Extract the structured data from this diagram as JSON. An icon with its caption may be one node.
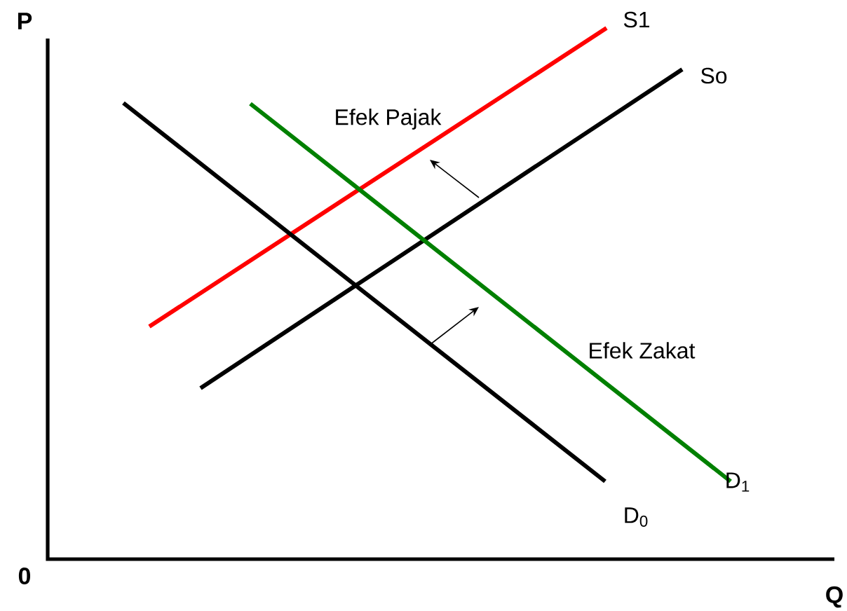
{
  "diagram": {
    "labels": [
      "P",
      "S1",
      "So",
      "Efek Pajak",
      "Efek Zakat",
      "D$_{1}$",
      "D$_{0}$",
      "0",
      "Q"
    ]
  }
}
